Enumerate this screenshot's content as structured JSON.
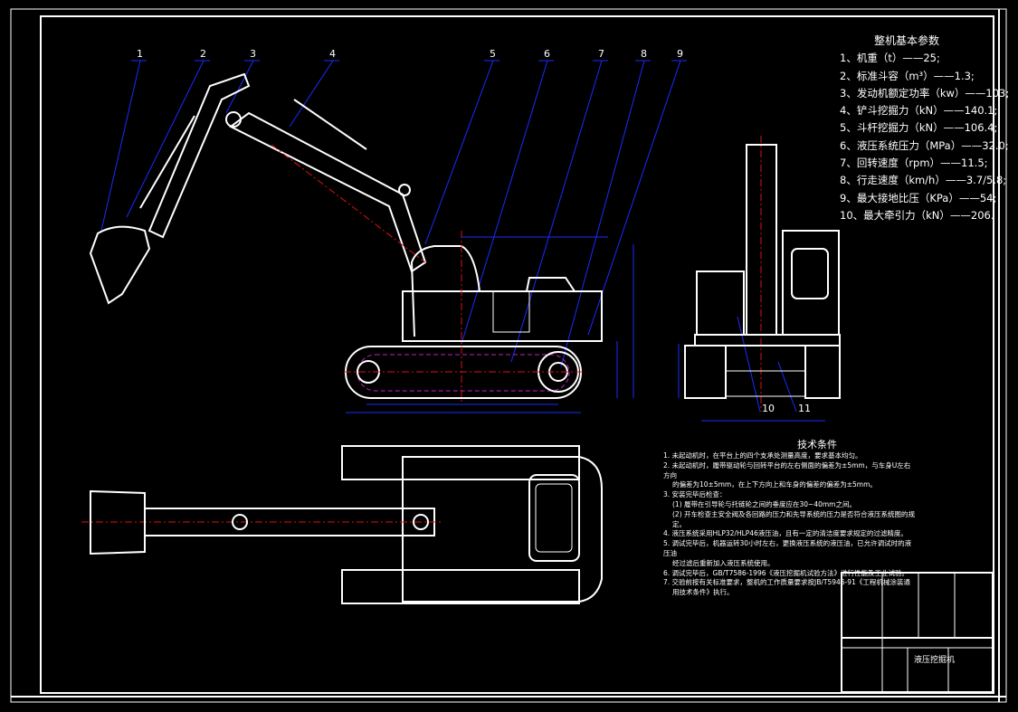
{
  "labels": [
    "1",
    "2",
    "3",
    "4",
    "5",
    "6",
    "7",
    "8",
    "9",
    "10",
    "11"
  ],
  "params": {
    "title": "整机基本参数",
    "items": [
      "1、机重（t）——25;",
      "2、标准斗容（m³）——1.3;",
      "3、发动机额定功率（kw）——103;",
      "4、铲斗挖掘力（kN）——140.1;",
      "5、斗杆挖掘力（kN）——106.4;",
      "6、液压系统压力（MPa）——32.0;",
      "7、回转速度（rpm）——11.5;",
      "8、行走速度（km/h）——3.7/5.8;",
      "9、最大接地比压（KPa）——54;",
      "10、最大牵引力（kN）——206."
    ]
  },
  "tech": {
    "title": "技术条件",
    "items": [
      "1. 未起动机时，在平台上的四个支承处测量高度，要求基本均匀。",
      "2. 未起动机时，履带驱动轮与回转平台的左右侧面的偏差为±5mm，与车身U左右方向",
      "的偏差为10±5mm，在上下方向上和车身的偏差的偏差为±5mm。",
      "3. 安装完毕后检查：",
      "(1) 履带在引导轮与托链轮之间的垂度应在30~40mm之间。",
      "(2) 开车检查主安全阀及各回路的压力和先导系统的压力是否符合液压系统图的规定。",
      "4. 液压系统采用HLP32/HLP46液压油，且有一定的清洁度要求规定的过滤精度。",
      "5. 调试完毕后，机器运转30小时左右，更换液压系统的液压油，已允许调试时的液压油",
      "经过滤后重新加入液压系统使用。",
      "6. 调试完毕后，GB/T7586-1996《液压挖掘机试验方法》进行性能及工业试验。",
      "7. 交验前按有关标准要求，整机的工作质量要求按JB/T5946-91《工程机械涂装通",
      "用技术条件》执行。"
    ]
  },
  "title_block": {
    "drawing_name": "液压挖掘机"
  }
}
